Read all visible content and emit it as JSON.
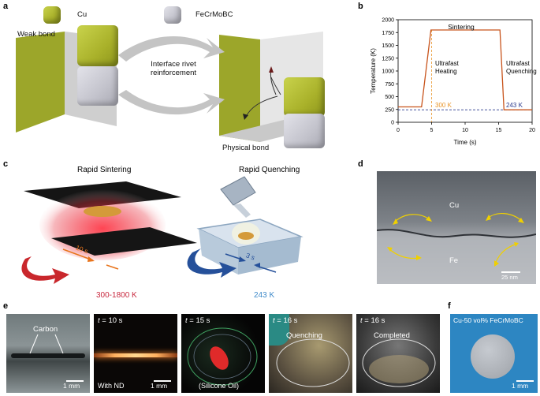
{
  "panel_labels": {
    "a": "a",
    "b": "b",
    "c": "c",
    "d": "d",
    "e": "e",
    "f": "f"
  },
  "panel_a": {
    "cu_legend": "Cu",
    "fe_legend": "FeCrMoBC",
    "weak_bond": "Weak bond",
    "rivet_line1": "Interface rivet",
    "rivet_line2": "reinforcement",
    "physical_bond": "Physical bond"
  },
  "panel_b": {
    "ylabel": "Temperature (K)",
    "xlabel": "Time (s)",
    "sintering": "Sintering",
    "heating_line1": "Ultrafast",
    "heating_line2": "Heating",
    "quench_line1": "Ultrafast",
    "quench_line2": "Quenching",
    "label_300k": "300 K",
    "label_243k": "243 K",
    "yticks": [
      "0",
      "250",
      "500",
      "750",
      "1000",
      "1250",
      "1500",
      "1750",
      "2000"
    ],
    "xticks": [
      "0",
      "5",
      "10",
      "15",
      "20"
    ],
    "colors": {
      "curve": "#c8541c",
      "line300": "#e8952a",
      "line243": "#2b3a8c"
    }
  },
  "chart_data": {
    "type": "line",
    "x": [
      0,
      3.5,
      4.9,
      15.2,
      15.8,
      20
    ],
    "series": [
      {
        "values": [
          300,
          300,
          1800,
          1800,
          243,
          243
        ]
      }
    ],
    "xlabel": "Time (s)",
    "ylabel": "Temperature (K)",
    "xlim": [
      0,
      20
    ],
    "ylim": [
      0,
      2000
    ],
    "reference_lines": [
      {
        "label": "300 K",
        "x": 5
      },
      {
        "label": "243 K",
        "y": 243
      }
    ],
    "annotations": [
      "Sintering",
      "Ultrafast Heating",
      "Ultrafast Quenching"
    ]
  },
  "panel_c": {
    "rapid_sintering": "Rapid Sintering",
    "rapid_quenching": "Rapid  Quenching",
    "time_10s": "10 s",
    "time_3s": "3 s",
    "temp_range": "300-1800 K",
    "temp_243": "243 K",
    "colors": {
      "sinter": "#e03a3a",
      "quench": "#2aa6d6",
      "temp_range": "#c8283e",
      "temp_243": "#3d89c9"
    }
  },
  "panel_d": {
    "cu": "Cu",
    "fe": "Fe",
    "scale": "25 nm"
  },
  "panel_e": {
    "carbon": "Carbon",
    "t10": "= 10 s",
    "t15": "= 15 s",
    "t16a": "= 16 s",
    "t16b": "= 16 s",
    "t_var": "t",
    "with_nd": "With ND",
    "silicone": "(Silicone Oil)",
    "quenching": "Quenching",
    "completed": "Completed",
    "scale_1": "1 mm",
    "scale_2": "1 mm"
  },
  "panel_f": {
    "title": "Cu-50 vol% FeCrMoBC",
    "scale": "1 mm"
  }
}
